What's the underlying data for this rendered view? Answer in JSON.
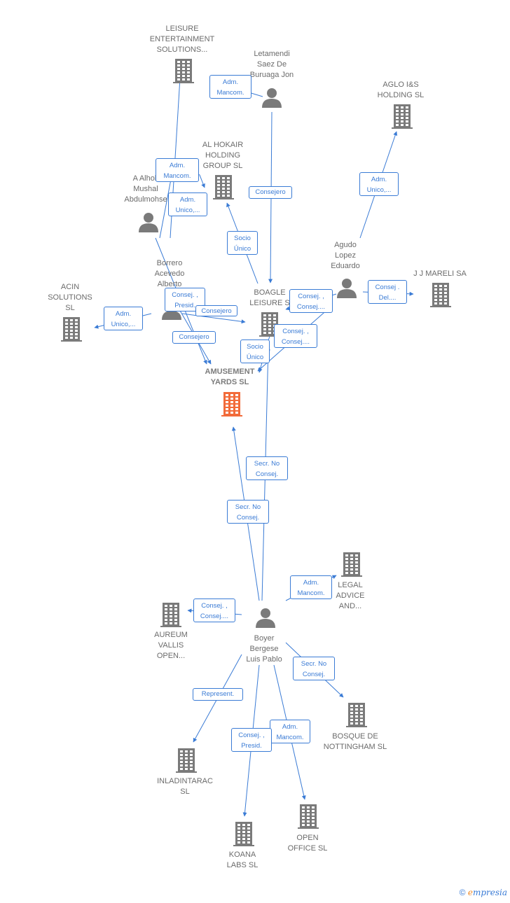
{
  "colors": {
    "edge": "#3a7bd5",
    "node_icon": "#7a7a7a",
    "focus_icon": "#f26b3a",
    "label": "#6b6b6b"
  },
  "nodes": [
    {
      "id": "leisure",
      "type": "company",
      "label": "LEISURE\nENTERTAINMENT\nSOLUTIONS..."
    },
    {
      "id": "letamendi",
      "type": "person",
      "label": "Letamendi\nSaez De\nBuruaga Jon"
    },
    {
      "id": "aglo",
      "type": "company",
      "label": "AGLO I&S\nHOLDING  SL"
    },
    {
      "id": "alhokair_group",
      "type": "company",
      "label": "AL HOKAIR\nHOLDING\nGROUP  SL"
    },
    {
      "id": "alhokair_person",
      "type": "person",
      "label": "A Alhok\nMushal\nAbdulmohse"
    },
    {
      "id": "agudo",
      "type": "person",
      "label": "Agudo\nLopez\nEduardo"
    },
    {
      "id": "jjmareli",
      "type": "company",
      "label": "J J MARELI SA"
    },
    {
      "id": "borrero",
      "type": "person",
      "label": "Borrero\nAcevedo\nAlberto"
    },
    {
      "id": "acin",
      "type": "company",
      "label": "ACIN\nSOLUTIONS\nSL"
    },
    {
      "id": "boagle",
      "type": "company",
      "label": "BOAGLE\nLEISURE  S"
    },
    {
      "id": "amusement",
      "type": "focus",
      "label": "AMUSEMENT\nYARDS  SL"
    },
    {
      "id": "legal",
      "type": "company",
      "label": "LEGAL\nADVICE\nAND..."
    },
    {
      "id": "aureum",
      "type": "company",
      "label": "AUREUM\nVALLIS\nOPEN..."
    },
    {
      "id": "boyer",
      "type": "person",
      "label": "Boyer\nBergese\nLuis Pablo"
    },
    {
      "id": "bosque",
      "type": "company",
      "label": "BOSQUE DE\nNOTTINGHAM SL"
    },
    {
      "id": "inladintarac",
      "type": "company",
      "label": "INLADINTARAC\nSL"
    },
    {
      "id": "openoffice",
      "type": "company",
      "label": "OPEN\nOFFICE SL"
    },
    {
      "id": "koana",
      "type": "company",
      "label": "KOANA\nLABS  SL"
    }
  ],
  "edges": [
    {
      "from": "alhokair_person",
      "to": "leisure",
      "label": "Adm.\nMancom."
    },
    {
      "from": "letamendi",
      "to": "leisure",
      "label": "Adm.\nMancom."
    },
    {
      "from": "letamendi",
      "to": "boagle",
      "label": "Consejero"
    },
    {
      "from": "agudo",
      "to": "aglo",
      "label": "Adm.\nUnico,..."
    },
    {
      "from": "alhokair_person",
      "to": "alhokair_group",
      "label": "Adm.\nUnico,..."
    },
    {
      "from": "boagle",
      "to": "alhokair_group",
      "label": "Socio\nÚnico"
    },
    {
      "from": "agudo",
      "to": "jjmareli",
      "label": "Consej .\nDel...."
    },
    {
      "from": "agudo",
      "to": "boagle",
      "label": "Consej. ,\nConsej...."
    },
    {
      "from": "borrero",
      "to": "acin",
      "label": "Adm.\nUnico,..."
    },
    {
      "from": "borrero",
      "to": "amusement",
      "label": "Consej. ,\nPresid."
    },
    {
      "from": "borrero",
      "to": "boagle",
      "label": "Consejero"
    },
    {
      "from": "alhokair_person",
      "to": "amusement",
      "label": "Consejero"
    },
    {
      "from": "agudo",
      "to": "amusement",
      "label": "Consej. ,\nConsej...."
    },
    {
      "from": "boagle",
      "to": "amusement",
      "label": "Socio\nÚnico"
    },
    {
      "from": "boyer",
      "to": "boagle",
      "label": "Secr.  No\nConsej."
    },
    {
      "from": "boyer",
      "to": "amusement",
      "label": "Secr.  No\nConsej."
    },
    {
      "from": "boyer",
      "to": "legal",
      "label": "Adm.\nMancom."
    },
    {
      "from": "boyer",
      "to": "aureum",
      "label": "Consej. ,\nConsej...."
    },
    {
      "from": "boyer",
      "to": "bosque",
      "label": "Secr.  No\nConsej."
    },
    {
      "from": "boyer",
      "to": "inladintarac",
      "label": "Represent."
    },
    {
      "from": "boyer",
      "to": "openoffice",
      "label": "Adm.\nMancom."
    },
    {
      "from": "boyer",
      "to": "koana",
      "label": "Consej. ,\nPresid."
    }
  ],
  "footer": {
    "copyright": "©",
    "brand_initial": "e",
    "brand_rest": "mpresia"
  }
}
